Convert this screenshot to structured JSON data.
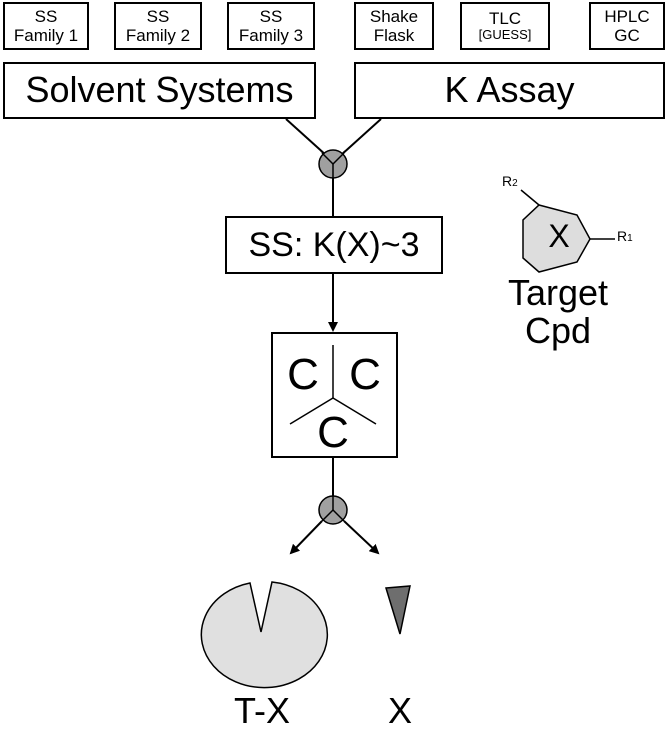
{
  "top_boxes": [
    {
      "line1": "SS",
      "line2": "Family 1"
    },
    {
      "line1": "SS",
      "line2": "Family 2"
    },
    {
      "line1": "SS",
      "line2": "Family 3"
    },
    {
      "line1": "Shake",
      "line2": "Flask"
    },
    {
      "line1": "TLC",
      "line2": "[GUESS]"
    },
    {
      "line1": "HPLC",
      "line2": "GC"
    }
  ],
  "solvent_systems_label": "Solvent Systems",
  "k_assay_label": "K Assay",
  "ss_condition_label": "SS: K(X)~3",
  "ccc": {
    "left": "C",
    "right": "C",
    "bottom": "C"
  },
  "target": {
    "center": "X",
    "r1": "R",
    "r1_sub": "1",
    "r2": "R",
    "r2_sub": "2",
    "line1": "Target",
    "line2": "Cpd"
  },
  "outputs": {
    "left_label": "T-X",
    "right_label": "X"
  },
  "colors": {
    "node": "#a0a0a0",
    "hexagon": "#dddddd",
    "pie": "#e0e0e0",
    "wedge": "#6e6e6e"
  }
}
